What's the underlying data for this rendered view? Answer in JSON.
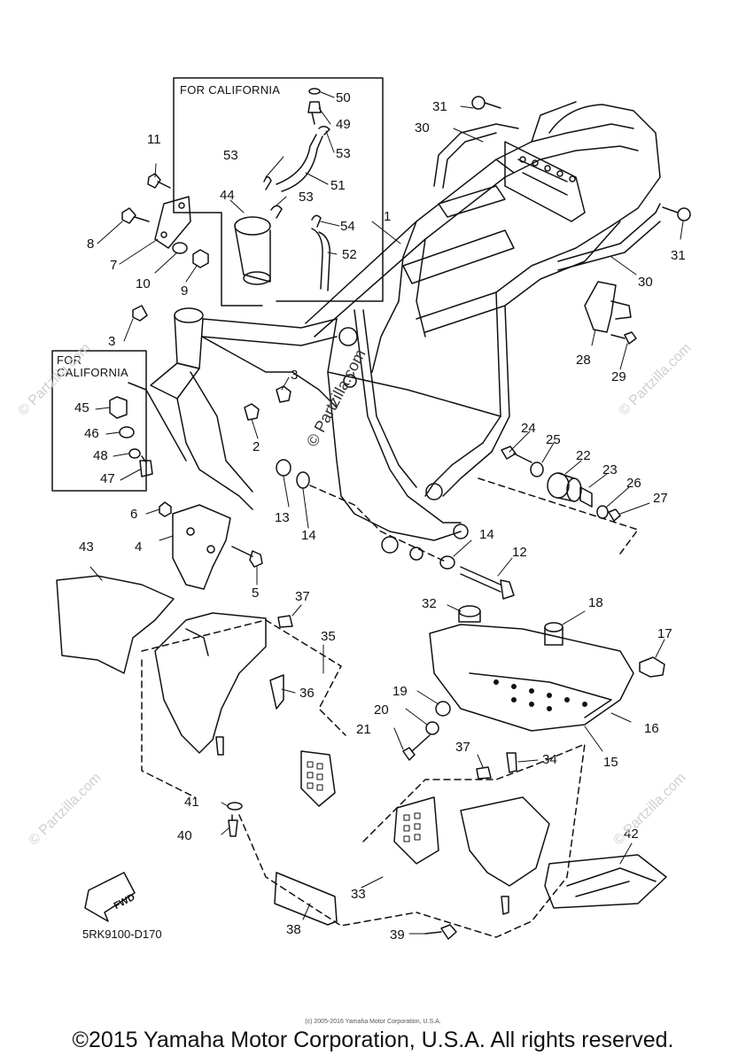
{
  "box_labels": {
    "upper": "FOR CALIFORNIA",
    "left_line1": "FOR",
    "left_line2": "CALIFORNIA"
  },
  "callouts": {
    "c1": "1",
    "c2": "2",
    "c3a": "3",
    "c3b": "3",
    "c4": "4",
    "c5": "5",
    "c6": "6",
    "c7": "7",
    "c8": "8",
    "c9": "9",
    "c10": "10",
    "c11": "11",
    "c12": "12",
    "c13": "13",
    "c14a": "14",
    "c14b": "14",
    "c15": "15",
    "c16": "16",
    "c17": "17",
    "c18": "18",
    "c19": "19",
    "c20": "20",
    "c21": "21",
    "c22": "22",
    "c23": "23",
    "c24": "24",
    "c25": "25",
    "c26": "26",
    "c27": "27",
    "c28": "28",
    "c29": "29",
    "c30a": "30",
    "c30b": "30",
    "c31a": "31",
    "c31b": "31",
    "c32": "32",
    "c33": "33",
    "c34": "34",
    "c35": "35",
    "c36": "36",
    "c37a": "37",
    "c37b": "37",
    "c38": "38",
    "c39": "39",
    "c40": "40",
    "c41": "41",
    "c42": "42",
    "c43": "43",
    "c44": "44",
    "c45": "45",
    "c46": "46",
    "c47": "47",
    "c48": "48",
    "c49": "49",
    "c50": "50",
    "c51": "51",
    "c52": "52",
    "c53a": "53",
    "c53b": "53",
    "c53c": "53",
    "c54": "54"
  },
  "fwd_label": "FWD",
  "diagram_code": "5RK9100-D170",
  "watermark_text": "© Partzilla.com",
  "small_copyright": "(c) 2005-2016 Yamaha Motor Corporation, U.S.A.",
  "copyright": "©2015 Yamaha Motor Corporation, U.S.A. All rights reserved."
}
